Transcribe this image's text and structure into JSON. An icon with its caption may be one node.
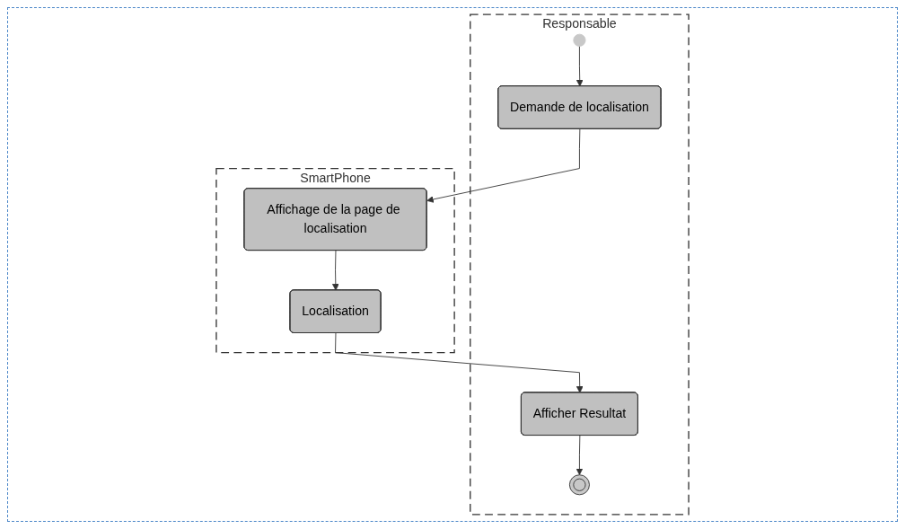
{
  "diagram": {
    "nodes": [
      {
        "text": [
          "Responsable"
        ]
      },
      {
        "text": [],
        "shape": "circle",
        "in": 0
      },
      {
        "text": [
          "Demande de localisation"
        ],
        "in": 0
      },
      {
        "text": [
          "Afficher Resultat"
        ],
        "in": 0
      },
      {
        "text": [],
        "shape": "circle",
        "in": 0
      },
      {
        "text": [
          "SmartPhone"
        ]
      },
      {
        "text": [
          "Affichage de la page de localisation"
        ],
        "in": 5
      },
      {
        "text": [
          "Localisation"
        ],
        "in": 5
      }
    ],
    "edges": [
      {
        "from": 1,
        "to": 2,
        "arrow": "to"
      },
      {
        "from": 2,
        "to": 6,
        "arrow": "to"
      },
      {
        "from": 6,
        "to": 7,
        "arrow": "to"
      },
      {
        "from": 7,
        "to": 3,
        "arrow": "to"
      },
      {
        "from": 3,
        "to": 4,
        "arrow": "to"
      }
    ]
  }
}
